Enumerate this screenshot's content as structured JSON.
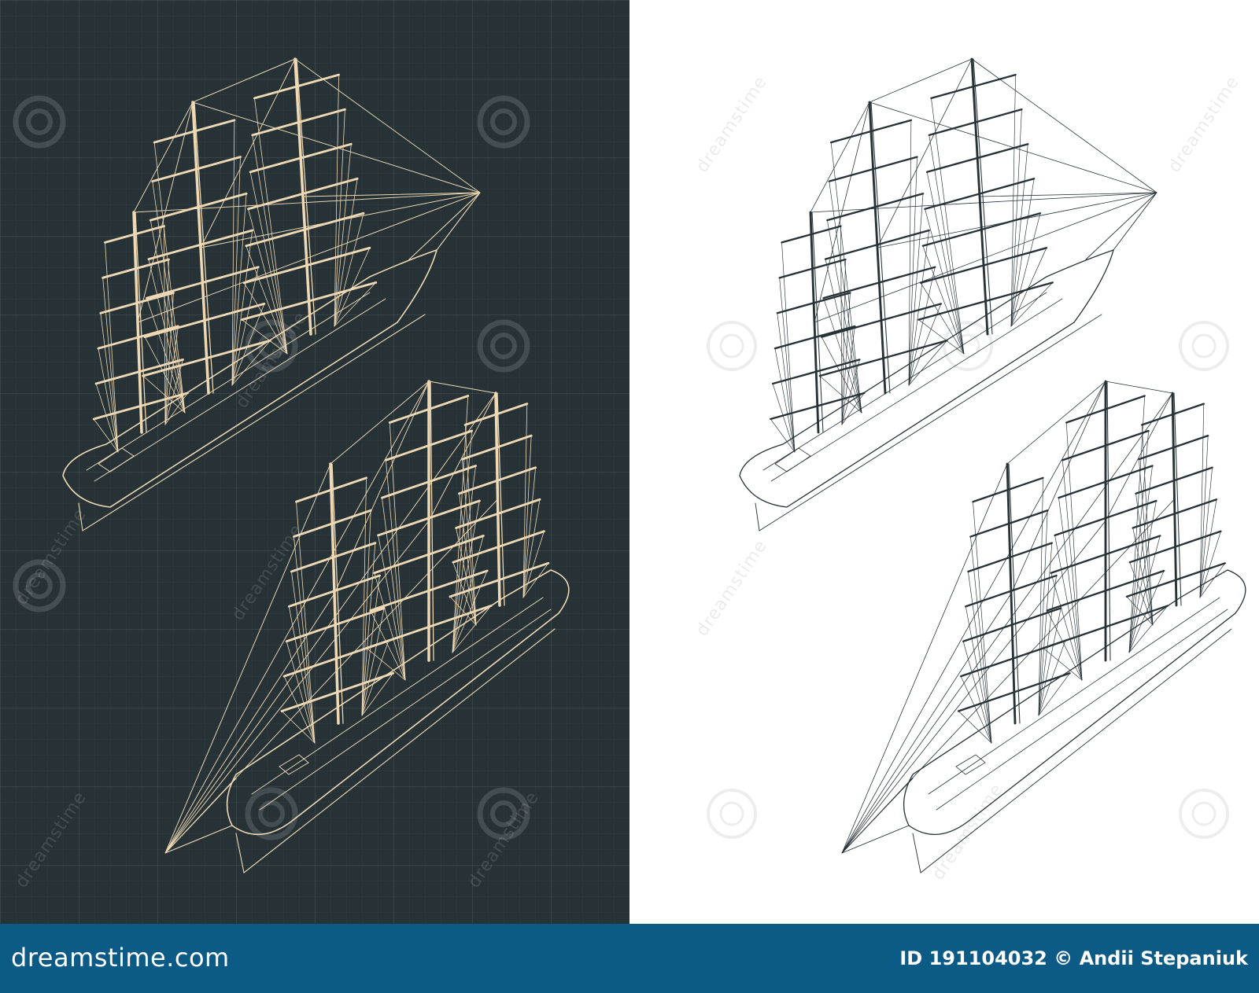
{
  "watermark": {
    "text": "dreamstime"
  },
  "footer": {
    "brand": "dreamstime.com",
    "credit": "ID 191104032 © Andii Stepaniuk"
  },
  "colors": {
    "dark_background": "#263236",
    "cream_lines": "#efd8b4",
    "ink_lines": "#263236",
    "footer_background": "#0c5a86"
  },
  "illustrations": [
    {
      "panel": "dark",
      "subject": "ship-isometric-stern-view"
    },
    {
      "panel": "dark",
      "subject": "ship-isometric-bow-view"
    },
    {
      "panel": "light",
      "subject": "ship-isometric-stern-view"
    },
    {
      "panel": "light",
      "subject": "ship-isometric-bow-view"
    }
  ]
}
